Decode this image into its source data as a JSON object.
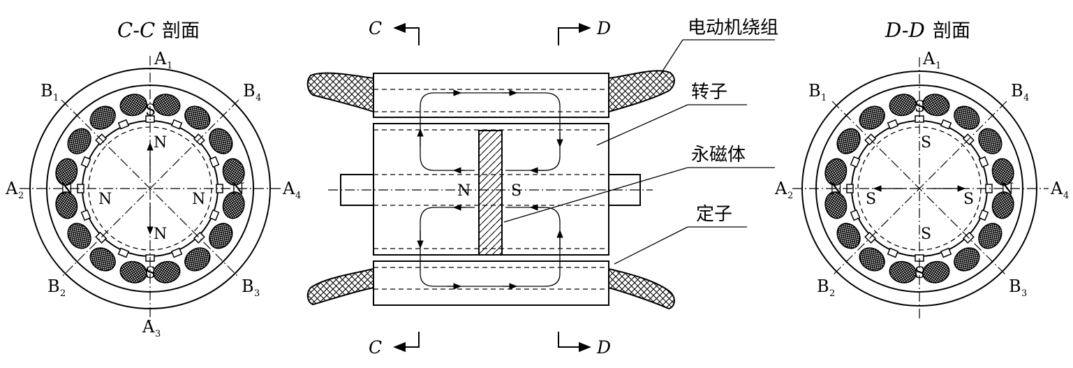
{
  "left_section": {
    "title": "C-C剖面",
    "title_letters": "C-C",
    "title_cjk": "剖面",
    "axis_labels": {
      "a1": "A",
      "a2": "A",
      "a3": "A",
      "a4": "A",
      "b1": "B",
      "b2": "B",
      "b3": "B",
      "b4": "B"
    },
    "axis_subs": {
      "a1": "1",
      "a2": "2",
      "a3": "3",
      "a4": "4",
      "b1": "1",
      "b2": "2",
      "b3": "3",
      "b4": "4"
    },
    "pole_labels": {
      "top": "S",
      "bottom": "S",
      "left": "N",
      "right": "N"
    },
    "rotor_labels": {
      "up": "N",
      "down": "N",
      "left": "N",
      "right": "N"
    }
  },
  "right_section": {
    "title": "D-D剖面",
    "title_letters": "D-D",
    "title_cjk": "剖面",
    "axis_labels": {
      "a1": "A",
      "a2": "A",
      "a4": "A",
      "b1": "B",
      "b2": "B",
      "b3": "B",
      "b4": "B"
    },
    "axis_subs": {
      "a1": "1",
      "a2": "2",
      "a4": "4",
      "b1": "1",
      "b2": "2",
      "b3": "3",
      "b4": "4"
    },
    "pole_labels": {
      "top": "S",
      "bottom": "S",
      "left": "N",
      "right": "N"
    },
    "rotor_labels": {
      "up": "S",
      "down": "S",
      "left": "S",
      "right": "S"
    }
  },
  "center": {
    "section_markers": {
      "c_top": "C",
      "d_top": "D",
      "c_bottom": "C",
      "d_bottom": "D"
    },
    "magnet_labels": {
      "north": "N",
      "south": "S"
    },
    "callouts": {
      "winding": "电动机绕组",
      "rotor": "转子",
      "magnet": "永磁体",
      "stator": "定子"
    }
  }
}
